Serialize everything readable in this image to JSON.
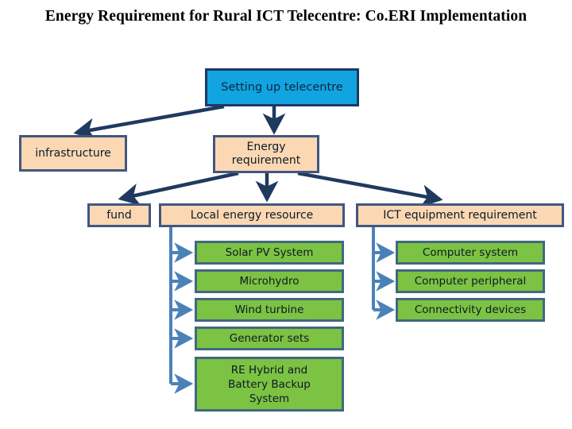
{
  "title": "Energy Requirement for Rural ICT Telecentre: Co.ERI Implementation",
  "colors": {
    "cyan_fill": "#11a4e0",
    "cyan_border": "#1f3864",
    "peach_fill": "#fbd8b3",
    "peach_border": "#41577f",
    "green_fill": "#7cc243",
    "green_border": "#41697f",
    "dark_arrow": "#1f3a5f",
    "blue_arrow": "#4a82b8",
    "background": "#ffffff"
  },
  "diagram": {
    "type": "flowchart",
    "root": {
      "id": "setting-up-telecentre",
      "label": "Setting up telecentre",
      "style": "cyan"
    },
    "level2": [
      {
        "id": "infrastructure",
        "label": "infrastructure",
        "style": "peach"
      },
      {
        "id": "energy-requirement",
        "label": "Energy\nrequirement",
        "style": "peach"
      }
    ],
    "level3": [
      {
        "id": "fund",
        "label": "fund",
        "style": "peach"
      },
      {
        "id": "local-energy-resource",
        "label": "Local energy resource",
        "style": "peach"
      },
      {
        "id": "ict-equipment-requirement",
        "label": "ICT equipment requirement",
        "style": "peach"
      }
    ],
    "local_energy_children": [
      {
        "id": "solar-pv-system",
        "label": "Solar PV System",
        "style": "green"
      },
      {
        "id": "microhydro",
        "label": "Microhydro",
        "style": "green"
      },
      {
        "id": "wind-turbine",
        "label": "Wind turbine",
        "style": "green"
      },
      {
        "id": "generator-sets",
        "label": "Generator sets",
        "style": "green"
      },
      {
        "id": "re-hybrid-battery-backup-system",
        "label": "RE Hybrid and\nBattery Backup\nSystem",
        "style": "green"
      }
    ],
    "ict_children": [
      {
        "id": "computer-system",
        "label": "Computer system",
        "style": "green"
      },
      {
        "id": "computer-peripheral",
        "label": "Computer peripheral",
        "style": "green"
      },
      {
        "id": "connectivity-devices",
        "label": "Connectivity devices",
        "style": "green"
      }
    ],
    "edges": [
      {
        "from": "setting-up-telecentre",
        "to": "infrastructure",
        "kind": "dark-diagonal"
      },
      {
        "from": "setting-up-telecentre",
        "to": "energy-requirement",
        "kind": "dark-vertical"
      },
      {
        "from": "energy-requirement",
        "to": "fund",
        "kind": "dark-diagonal"
      },
      {
        "from": "energy-requirement",
        "to": "local-energy-resource",
        "kind": "dark-vertical"
      },
      {
        "from": "energy-requirement",
        "to": "ict-equipment-requirement",
        "kind": "dark-diagonal"
      },
      {
        "from": "local-energy-resource",
        "to": "solar-pv-system",
        "kind": "blue-elbow"
      },
      {
        "from": "local-energy-resource",
        "to": "microhydro",
        "kind": "blue-elbow"
      },
      {
        "from": "local-energy-resource",
        "to": "wind-turbine",
        "kind": "blue-elbow"
      },
      {
        "from": "local-energy-resource",
        "to": "generator-sets",
        "kind": "blue-elbow"
      },
      {
        "from": "local-energy-resource",
        "to": "re-hybrid-battery-backup-system",
        "kind": "blue-elbow"
      },
      {
        "from": "ict-equipment-requirement",
        "to": "computer-system",
        "kind": "blue-elbow"
      },
      {
        "from": "ict-equipment-requirement",
        "to": "computer-peripheral",
        "kind": "blue-elbow"
      },
      {
        "from": "ict-equipment-requirement",
        "to": "connectivity-devices",
        "kind": "blue-elbow"
      }
    ]
  }
}
